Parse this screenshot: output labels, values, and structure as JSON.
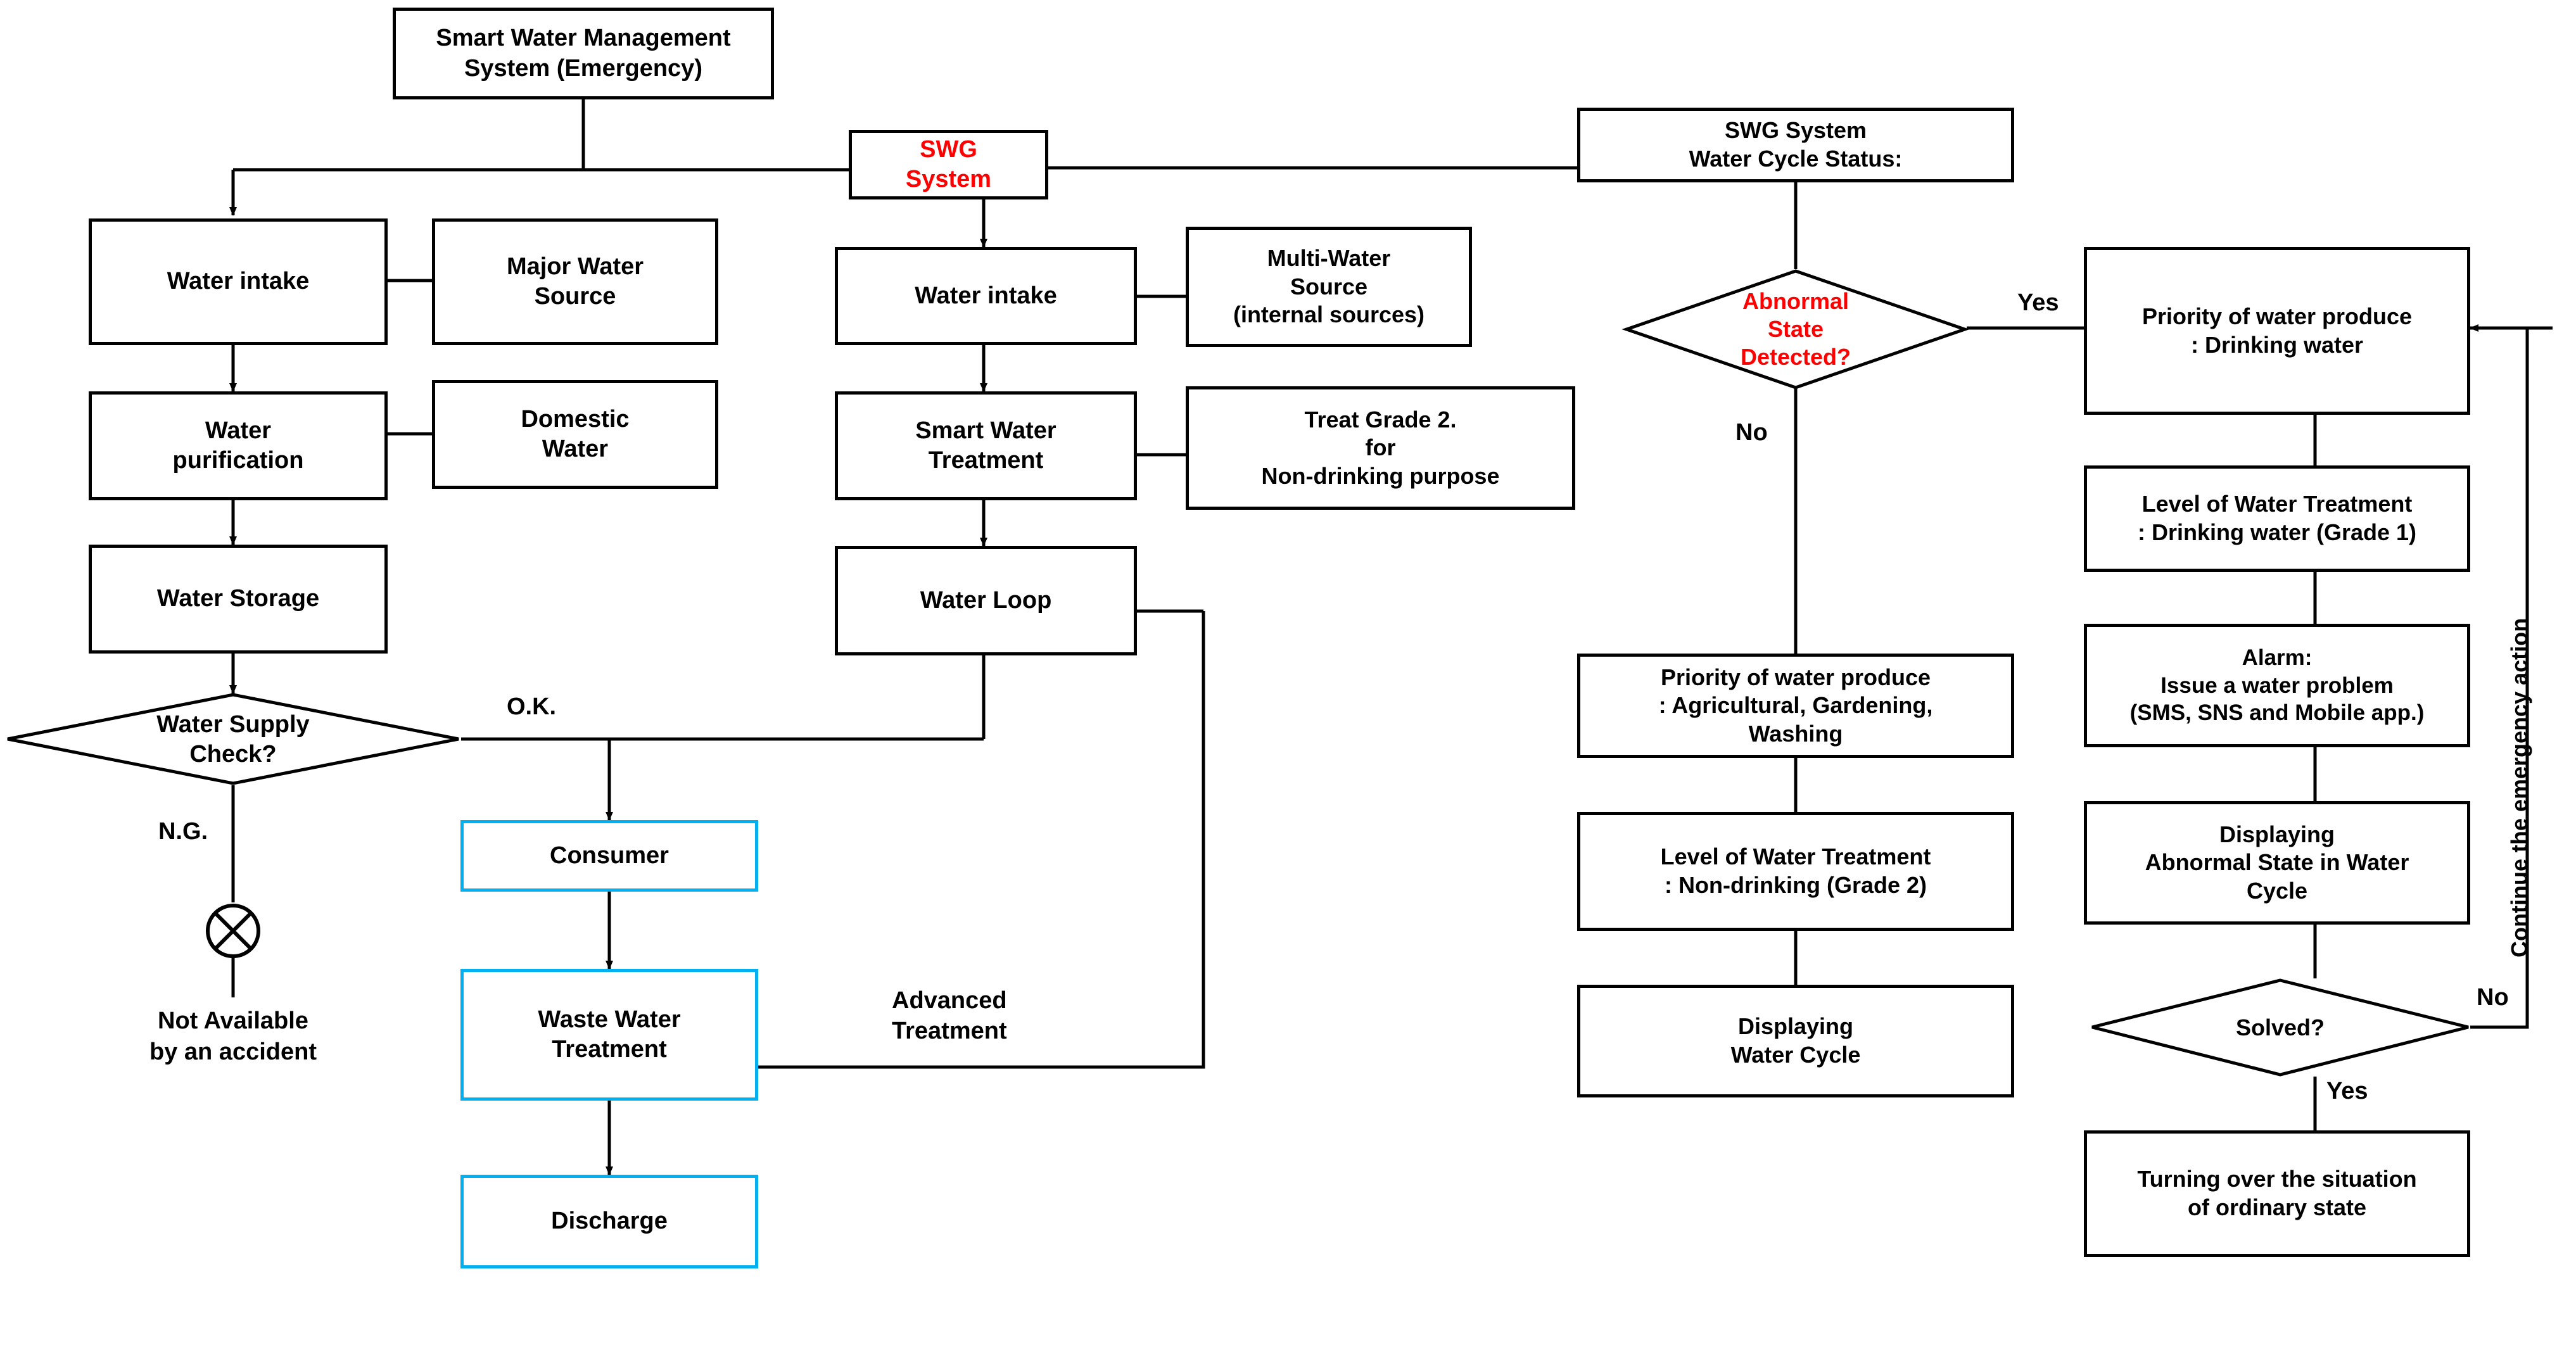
{
  "diagram": {
    "title": "Smart Water Management System (Emergency) Flowchart",
    "colors": {
      "stroke": "#000000",
      "accent_cyan": "#00B0F0",
      "alert_red": "#FF0000",
      "background": "#FFFFFF"
    }
  },
  "nodes": {
    "title_box": "Smart Water Management\nSystem (Emergency)",
    "swg_system": "SWG\nSystem",
    "left_water_intake": "Water intake",
    "major_water_source": "Major Water\nSource",
    "water_purification": "Water\npurification",
    "domestic_water": "Domestic\nWater",
    "water_storage": "Water Storage",
    "water_supply_check": "Water Supply\nCheck?",
    "consumer": "Consumer",
    "waste_water_treatment": "Waste Water\nTreatment",
    "discharge": "Discharge",
    "mid_water_intake": "Water intake",
    "multi_water_source": "Multi-Water\nSource\n(internal sources)",
    "smart_water_treatment": "Smart Water\nTreatment",
    "treat_grade_2": "Treat Grade 2.\nfor\nNon-drinking purpose",
    "water_loop": "Water Loop",
    "water_cycle_status": "SWG System\nWater Cycle Status:",
    "abnormal_state": "Abnormal\nState\nDetected?",
    "priority_non_drinking": "Priority of water produce\n: Agricultural, Gardening,\nWashing",
    "level_non_drinking": "Level of Water Treatment\n: Non-drinking (Grade 2)",
    "displaying_water_cycle": "Displaying\nWater Cycle",
    "priority_drinking": "Priority of water produce\n: Drinking water",
    "level_drinking": "Level of Water Treatment\n: Drinking water (Grade 1)",
    "alarm": "Alarm:\nIssue a water problem\n(SMS, SNS and Mobile app.)",
    "displaying_abnormal": "Displaying\nAbnormal State in Water\nCycle",
    "solved": "Solved?",
    "turning_over": "Turning over the situation\nof ordinary state"
  },
  "edge_labels": {
    "ok": "O.K.",
    "ng": "N.G.",
    "advanced_treatment": "Advanced\nTreatment",
    "abnormal_yes": "Yes",
    "abnormal_no": "No",
    "solved_yes": "Yes",
    "solved_no": "No",
    "continue_emergency": "Continue the emergency action"
  },
  "annotations": {
    "not_available": "Not Available\nby an accident"
  }
}
